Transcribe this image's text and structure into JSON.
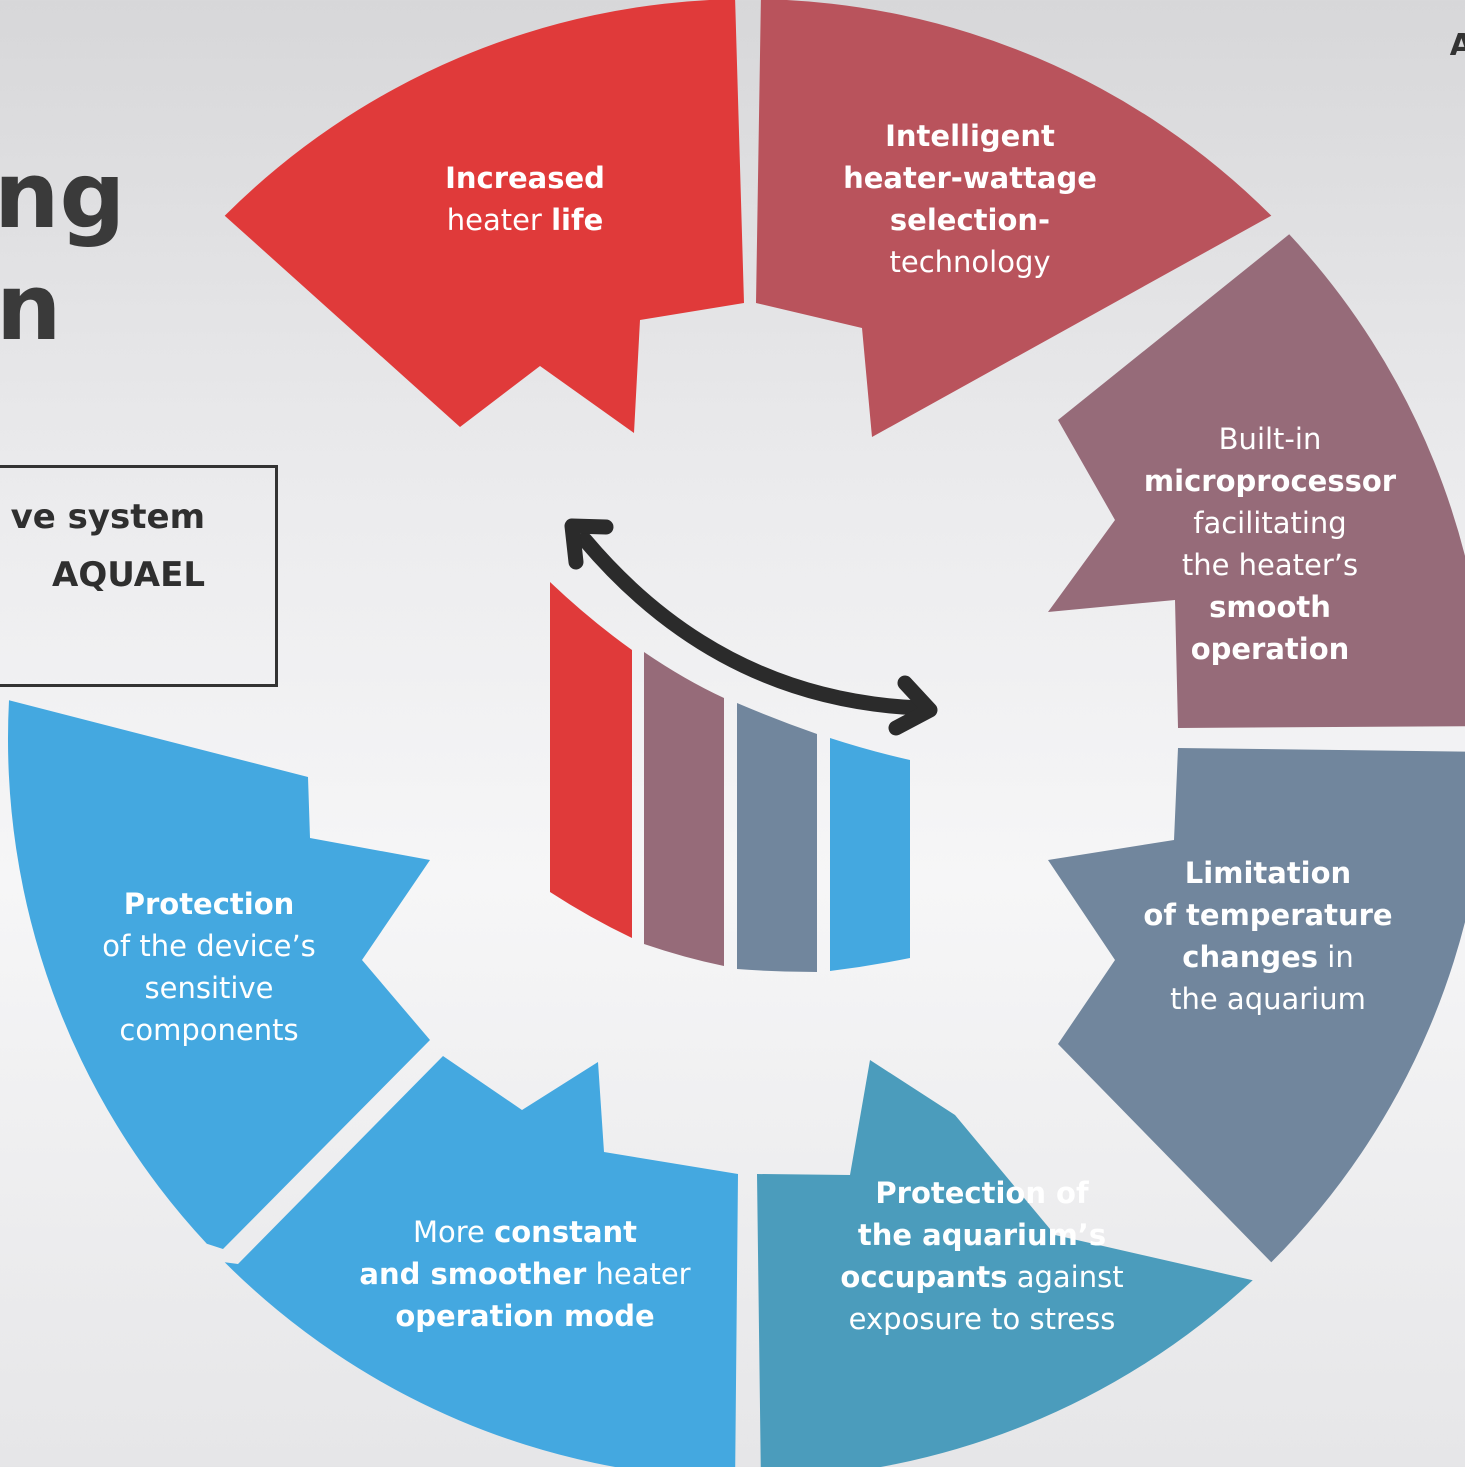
{
  "colors": {
    "red": "#e03a3a",
    "rose": "#b9535c",
    "mauve": "#966b79",
    "slate": "#71869d",
    "teal": "#4b9cbc",
    "blue": "#44a8e0",
    "arrow": "#2b2b2b"
  },
  "heading": {
    "line1_fragment": "ng",
    "line2_fragment": "n"
  },
  "info_box": {
    "line1": "ve system",
    "line2": "AQUAEL"
  },
  "corner_fragment": "A",
  "segments": [
    {
      "id": "increased-life",
      "color": "red",
      "lines": [
        [
          {
            "t": "Increased",
            "b": true
          }
        ],
        [
          {
            "t": "heater ",
            "b": false
          },
          {
            "t": "life",
            "b": true
          }
        ]
      ]
    },
    {
      "id": "intelligent-selection",
      "color": "rose",
      "lines": [
        [
          {
            "t": "Intelligent",
            "b": true
          }
        ],
        [
          {
            "t": "heater-wattage",
            "b": true
          }
        ],
        [
          {
            "t": "selection-",
            "b": true
          }
        ],
        [
          {
            "t": "technology",
            "b": false
          }
        ]
      ]
    },
    {
      "id": "microprocessor",
      "color": "mauve",
      "lines": [
        [
          {
            "t": "Built-in",
            "b": false
          }
        ],
        [
          {
            "t": "microprocessor",
            "b": true
          }
        ],
        [
          {
            "t": "facilitating",
            "b": false
          }
        ],
        [
          {
            "t": "the heater’s",
            "b": false
          }
        ],
        [
          {
            "t": "smooth",
            "b": true
          }
        ],
        [
          {
            "t": "operation",
            "b": true
          }
        ]
      ]
    },
    {
      "id": "limitation",
      "color": "slate",
      "lines": [
        [
          {
            "t": "Limitation",
            "b": true
          }
        ],
        [
          {
            "t": "of temperature",
            "b": true
          }
        ],
        [
          {
            "t": "changes",
            "b": true
          },
          {
            "t": " in",
            "b": false
          }
        ],
        [
          {
            "t": "the aquarium",
            "b": false
          }
        ]
      ]
    },
    {
      "id": "occupants",
      "color": "teal",
      "lines": [
        [
          {
            "t": "Protection of",
            "b": true
          }
        ],
        [
          {
            "t": "the aquarium’s",
            "b": true
          }
        ],
        [
          {
            "t": "occupants",
            "b": true
          },
          {
            "t": " against",
            "b": false
          }
        ],
        [
          {
            "t": "exposure to stress",
            "b": false
          }
        ]
      ]
    },
    {
      "id": "smoother-mode",
      "color": "blue",
      "lines": [
        [
          {
            "t": "More ",
            "b": false
          },
          {
            "t": "constant",
            "b": true
          }
        ],
        [
          {
            "t": "and smoother",
            "b": true
          },
          {
            "t": " heater",
            "b": false
          }
        ],
        [
          {
            "t": "operation mode",
            "b": true
          }
        ]
      ]
    },
    {
      "id": "components",
      "color": "blue",
      "lines": [
        [
          {
            "t": "Protection",
            "b": true
          }
        ],
        [
          {
            "t": "of the device’s",
            "b": false
          }
        ],
        [
          {
            "t": "sensitive",
            "b": false
          }
        ],
        [
          {
            "t": "components",
            "b": false
          }
        ]
      ]
    }
  ]
}
